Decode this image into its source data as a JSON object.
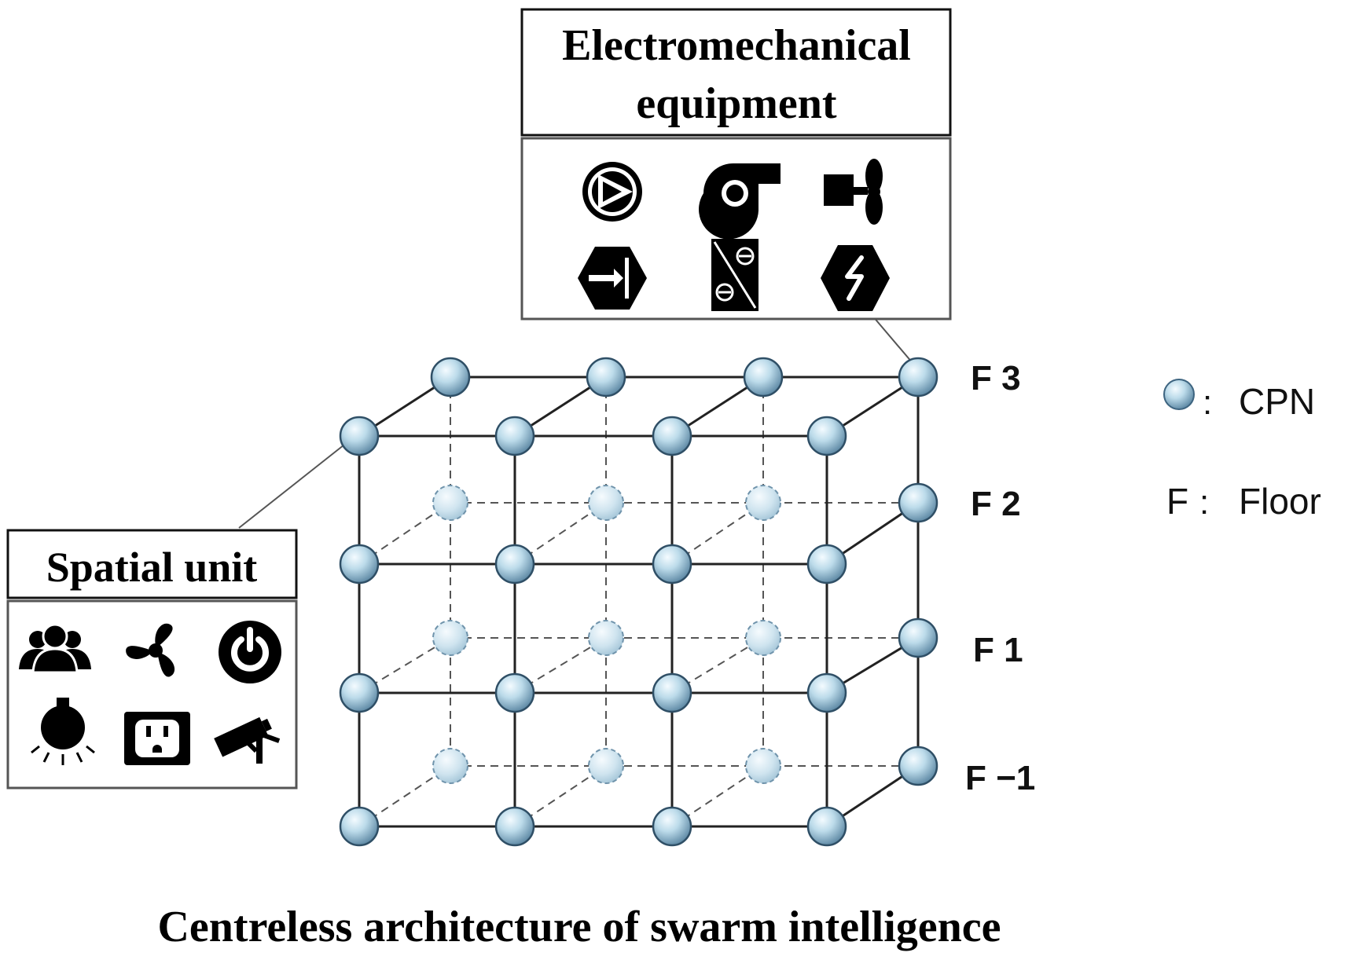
{
  "equipment_box": {
    "title_line1": "Electromechanical",
    "title_line2": "equipment",
    "icons": [
      "pump-icon",
      "centrifugal-fan-icon",
      "motor-propeller-icon",
      "valve-icon",
      "frequency-converter-icon",
      "power-switch-icon"
    ]
  },
  "spatial_box": {
    "title": "Spatial unit",
    "icons": [
      "people-group-icon",
      "fan-icon",
      "power-button-icon",
      "light-bulb-icon",
      "power-outlet-icon",
      "security-camera-icon"
    ]
  },
  "floors": [
    "F 3",
    "F 2",
    "F 1",
    "F −1"
  ],
  "legend": {
    "cpn_sep": ":",
    "cpn_label": "CPN",
    "floor_key": "F",
    "floor_sep": ":",
    "floor_label": "Floor"
  },
  "caption": "Centreless architecture of swarm intelligence",
  "colors": {
    "node_fill": "#b9d7e8",
    "node_stroke": "#2f4f66",
    "back_node_fill": "#d2e6f0",
    "line": "#333333"
  }
}
